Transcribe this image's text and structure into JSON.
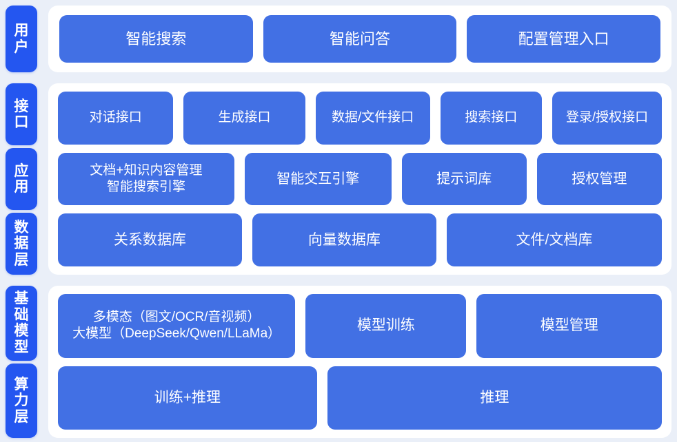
{
  "colors": {
    "background": "#eaeff8",
    "card": "#ffffff",
    "tab": "#2456f0",
    "node": "#4270e4",
    "text_on_blue": "#ffffff"
  },
  "bands": [
    {
      "id": "users",
      "tabs": [
        {
          "label": "用户"
        }
      ],
      "rows": [
        {
          "id": "user-entries",
          "nodes": [
            {
              "label": "智能搜索"
            },
            {
              "label": "智能问答"
            },
            {
              "label": "配置管理入口"
            }
          ]
        }
      ]
    },
    {
      "id": "middle",
      "tabs": [
        {
          "label": "接口"
        },
        {
          "label": "应用"
        },
        {
          "label": "数据层"
        }
      ],
      "rows": [
        {
          "id": "interface",
          "nodes": [
            {
              "label": "对话接口"
            },
            {
              "label": "生成接口"
            },
            {
              "label": "数据/文件接口"
            },
            {
              "label": "搜索接口"
            },
            {
              "label": "登录/授权接口"
            }
          ]
        },
        {
          "id": "application",
          "nodes": [
            {
              "label": "文档+知识内容管理\n智能搜索引擎"
            },
            {
              "label": "智能交互引擎"
            },
            {
              "label": "提示词库"
            },
            {
              "label": "授权管理"
            }
          ]
        },
        {
          "id": "data",
          "nodes": [
            {
              "label": "关系数据库"
            },
            {
              "label": "向量数据库"
            },
            {
              "label": "文件/文档库"
            }
          ]
        }
      ]
    },
    {
      "id": "base",
      "tabs": [
        {
          "label": "基础模型"
        },
        {
          "label": "算力层"
        }
      ],
      "rows": [
        {
          "id": "model",
          "nodes": [
            {
              "label": "多模态（图文/OCR/音视频）\n大模型（DeepSeek/Qwen/LLaMa）"
            },
            {
              "label": "模型训练"
            },
            {
              "label": "模型管理"
            }
          ]
        },
        {
          "id": "compute",
          "nodes": [
            {
              "label": "训练+推理"
            },
            {
              "label": "推理"
            }
          ]
        }
      ]
    }
  ]
}
